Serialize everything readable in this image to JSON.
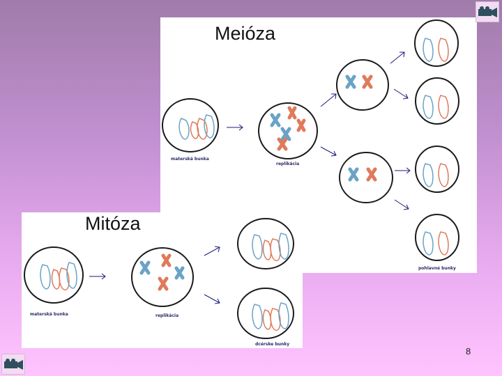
{
  "meiosis": {
    "title": "Meióza",
    "labels": {
      "mother": "materská bunka",
      "replication": "replikácia",
      "gametes": "pohlavné bunky"
    }
  },
  "mitosis": {
    "title": "Mitóza",
    "labels": {
      "mother": "materská bunka",
      "replication": "replikácia",
      "daughters": "dcérske bunky"
    }
  },
  "page_number": "8",
  "colors": {
    "blue": "#6aa3c6",
    "red": "#e07a5a",
    "cell_outline": "#1a1a1a",
    "arrow": "#1a1a7a"
  },
  "icons": {
    "next": "film-camera-icon",
    "prev": "film-camera-icon"
  }
}
